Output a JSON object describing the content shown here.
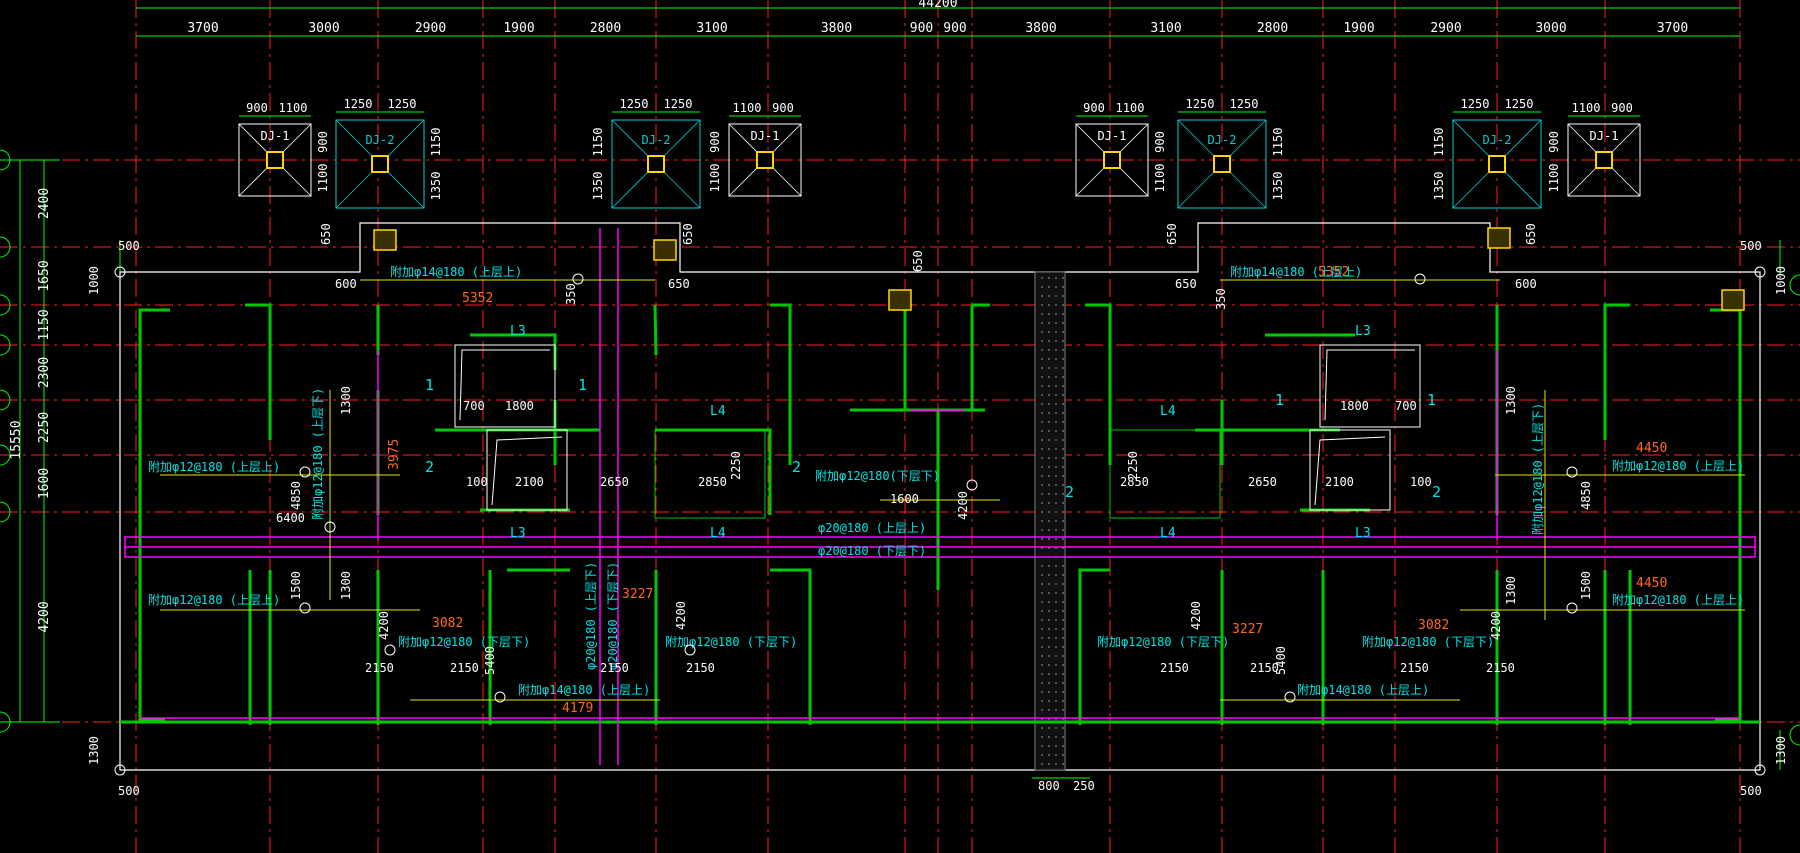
{
  "colors": {
    "background": "#000000",
    "grid_axis": "#ff2020",
    "dimension": "#00ff00",
    "wall": "#00c800",
    "beam": "#ff00ff",
    "rebar_text": "#00e5e5",
    "footing": "#00d0d0",
    "column": "#ffd700",
    "note": "#ff6a1a",
    "outline": "#ffffff"
  },
  "top_total": "44200",
  "top_spans": [
    "3700",
    "3000",
    "2900",
    "1900",
    "2800",
    "3100",
    "3800",
    "900",
    "900",
    "3800",
    "3100",
    "2800",
    "1900",
    "2900",
    "3000",
    "3700"
  ],
  "left_total": "15550",
  "left_spans": [
    "2400",
    "1650",
    "1150",
    "2300",
    "2250",
    "1600",
    "4200"
  ],
  "footings": [
    {
      "label": "DJ-1",
      "dims": [
        "900",
        "1100"
      ],
      "side": [
        "900",
        "1100"
      ]
    },
    {
      "label": "DJ-2",
      "dims": [
        "1250",
        "1250"
      ],
      "side": [
        "1150",
        "1350"
      ]
    },
    {
      "label": "DJ-2",
      "dims": [
        "1250",
        "1250"
      ],
      "side": [
        "1150",
        "1350"
      ]
    },
    {
      "label": "DJ-1",
      "dims": [
        "1100",
        "900"
      ],
      "side": [
        "900",
        "1100"
      ]
    },
    {
      "label": "DJ-1",
      "dims": [
        "900",
        "1100"
      ],
      "side": [
        "900",
        "1100"
      ]
    },
    {
      "label": "DJ-2",
      "dims": [
        "1250",
        "1250"
      ],
      "side": [
        "1150",
        "1350"
      ]
    },
    {
      "label": "DJ-2",
      "dims": [
        "1250",
        "1250"
      ],
      "side": [
        "1150",
        "1350"
      ]
    },
    {
      "label": "DJ-1",
      "dims": [
        "1100",
        "900"
      ],
      "side": [
        "900",
        "1100"
      ]
    }
  ],
  "rebar_notes": [
    "附加φ14@180 (上层上)",
    "附加φ14@180 (上层上)",
    "附加φ12@180 (上层上)",
    "附加φ12@180 (上层上)",
    "附加φ12@180(下层下)",
    "φ20@180 (上层上)",
    "φ20@180 (下层下)",
    "附加φ12@180 (下层下)",
    "附加φ12@180 (下层下)",
    "附加φ14@180 (上层上)",
    "附加φ12@180 (下层下)",
    "附加φ12@180 (下层下)",
    "附加φ14@180 (上层上)",
    "附加φ12@180 (上层上)",
    "附加φ12@180 (上层上)",
    "附加φ12@180 (上层下)",
    "附加φ12@180 (上层下)",
    "φ20@180 (上层下)",
    "φ20@180 (下层下)"
  ],
  "orange_dims": [
    "5352",
    "3975",
    "3082",
    "3227",
    "4179",
    "3227",
    "3082",
    "4450",
    "4450",
    "5352"
  ],
  "white_dims": {
    "d500": "500",
    "d1000": "1000",
    "d600": "600",
    "d650": "650",
    "d350": "350",
    "d1300": "1300",
    "d700": "700",
    "d1800": "1800",
    "d100": "100",
    "d2100": "2100",
    "d2650": "2650",
    "d2850": "2850",
    "d2250": "2250",
    "d4850": "4850",
    "d6400": "6400",
    "d1500": "1500",
    "d4200": "4200",
    "d2150": "2150",
    "d5400": "5400",
    "d1600": "1600",
    "d800": "800",
    "d250": "250"
  },
  "marks": {
    "m1": "1",
    "m2": "2",
    "l3": "L3",
    "l4": "L4"
  }
}
